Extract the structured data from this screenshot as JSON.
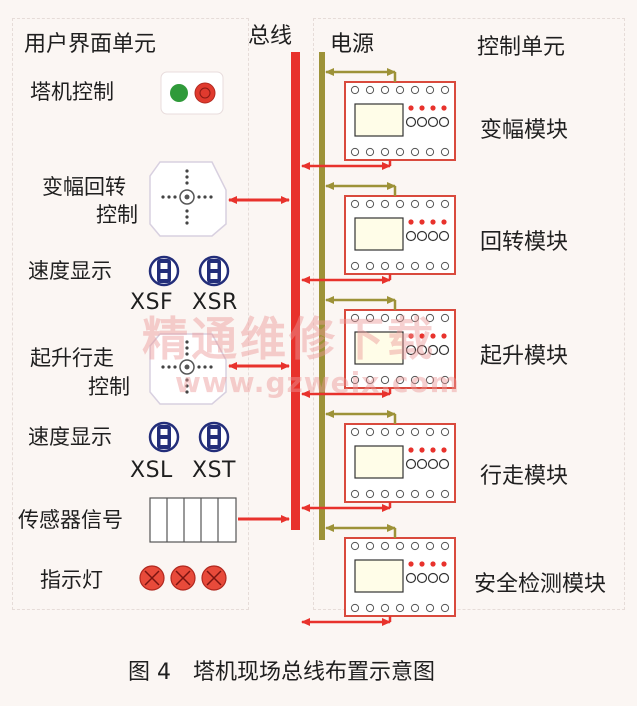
{
  "headers": {
    "user_interface": "用户界面单元",
    "bus": "总线",
    "power": "电源",
    "control_unit": "控制单元"
  },
  "user_interface": {
    "tower_control": "塔机控制",
    "luffing_slewing_line1": "变幅回转",
    "luffing_slewing_line2": "控制",
    "speed_display_1": "速度显示",
    "xsf": "XSF",
    "xsr": "XSR",
    "hoist_travel_line1": "起升行走",
    "hoist_travel_line2": "控制",
    "speed_display_2": "速度显示",
    "xsl": "XSL",
    "xst": "XST",
    "sensor_signal": "传感器信号",
    "indicator_light": "指示灯"
  },
  "modules": [
    {
      "label": "变幅模块"
    },
    {
      "label": "回转模块"
    },
    {
      "label": "起升模块"
    },
    {
      "label": "行走模块"
    },
    {
      "label": "安全检测模块"
    }
  ],
  "watermark": {
    "cn": "精通维修下载",
    "url": "www.gzweix.com"
  },
  "caption": "图 4　塔机现场总线布置示意图",
  "colors": {
    "bus_red": "#e8322c",
    "power_olive": "#9d9238",
    "module_border": "#d94a3d",
    "green_button": "#2f9a3a",
    "red_button": "#e03a2e",
    "indicator_red": "#e84a3a",
    "display_navy": "#232e7a"
  }
}
